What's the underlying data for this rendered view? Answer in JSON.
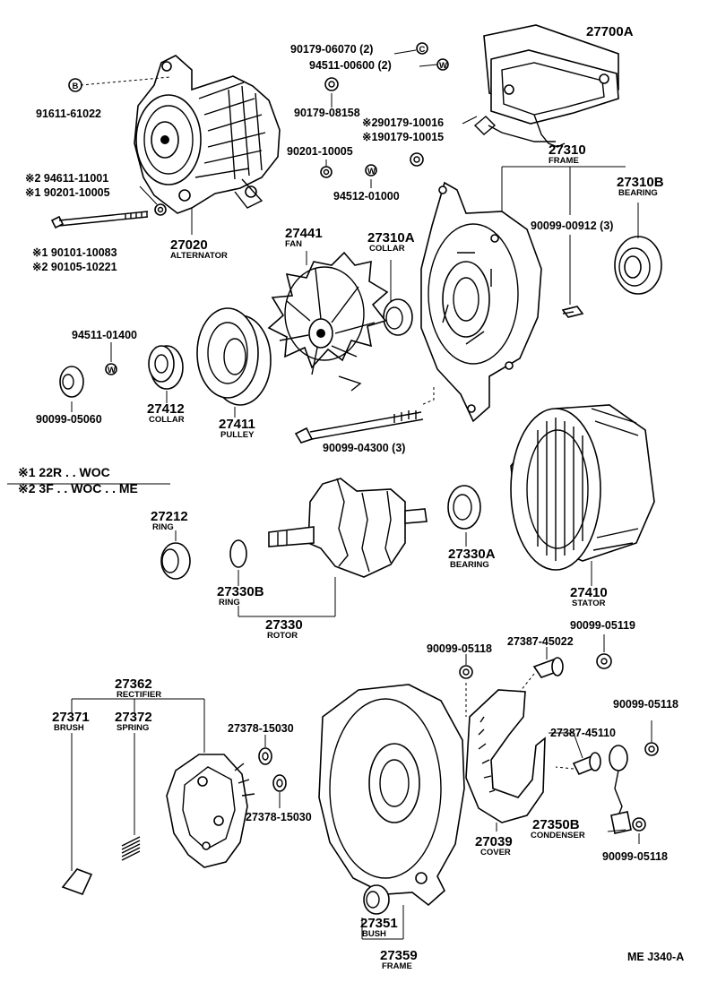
{
  "parts": {
    "p91611": "91611-61022",
    "p90179_06070": "90179-06070 (2)",
    "p94511_00600": "94511-00600 (2)",
    "p90179_08158": "90179-08158",
    "p27700A": "27700A",
    "p290179": "※290179-10016",
    "p190179": "※190179-10015",
    "p90201": "90201-10005",
    "p94512": "94512-01000",
    "p27310": "27310",
    "frame1": "FRAME",
    "p27310B": "27310B",
    "bearing1": "BEARING",
    "p2_94611": "※2 94611-11001",
    "p1_90201": "※1 90201-10005",
    "p1_90101": "※1 90101-10083",
    "p2_90105": "※2 90105-10221",
    "p27020": "27020",
    "alternator": "ALTERNATOR",
    "p27441": "27441",
    "fan": "FAN",
    "p27310A": "27310A",
    "collar1": "COLLAR",
    "p90099_00912": "90099-00912 (3)",
    "p94511_01400": "94511-01400",
    "p90099_05060": "90099-05060",
    "p27412": "27412",
    "collar2": "COLLAR",
    "p27411": "27411",
    "pulley": "PULLEY",
    "p90099_04300": "90099-04300 (3)",
    "note1": "※1   22R . . WOC",
    "note2": "※2   3F . . WOC . . ME",
    "p27212": "27212",
    "ring1": "RING",
    "p27330A": "27330A",
    "bearing2": "BEARING",
    "p27330B": "27330B",
    "ring2": "RING",
    "p27330": "27330",
    "rotor": "ROTOR",
    "p27410": "27410",
    "stator": "STATOR",
    "p90099_05119": "90099-05119",
    "p90099_05118a": "90099-05118",
    "p27387_45022": "27387-45022",
    "p27362": "27362",
    "rectifier": "RECTIFIER",
    "p27371": "27371",
    "brush": "BRUSH",
    "p27372": "27372",
    "spring": "SPRING",
    "p27378a": "27378-15030",
    "p27378b": "27378-15030",
    "p90099_05118b": "90099-05118",
    "p27387_45110": "27387-45110",
    "p27039": "27039",
    "cover": "COVER",
    "p27350B": "27350B",
    "condenser": "CONDENSER",
    "p90099_05118c": "90099-05118",
    "p27351": "27351",
    "bush": "BUSH",
    "p27359": "27359",
    "frame2": "FRAME",
    "refcode": "ME J340-A"
  },
  "markers": {
    "b": "B",
    "c": "C",
    "w": "W"
  }
}
